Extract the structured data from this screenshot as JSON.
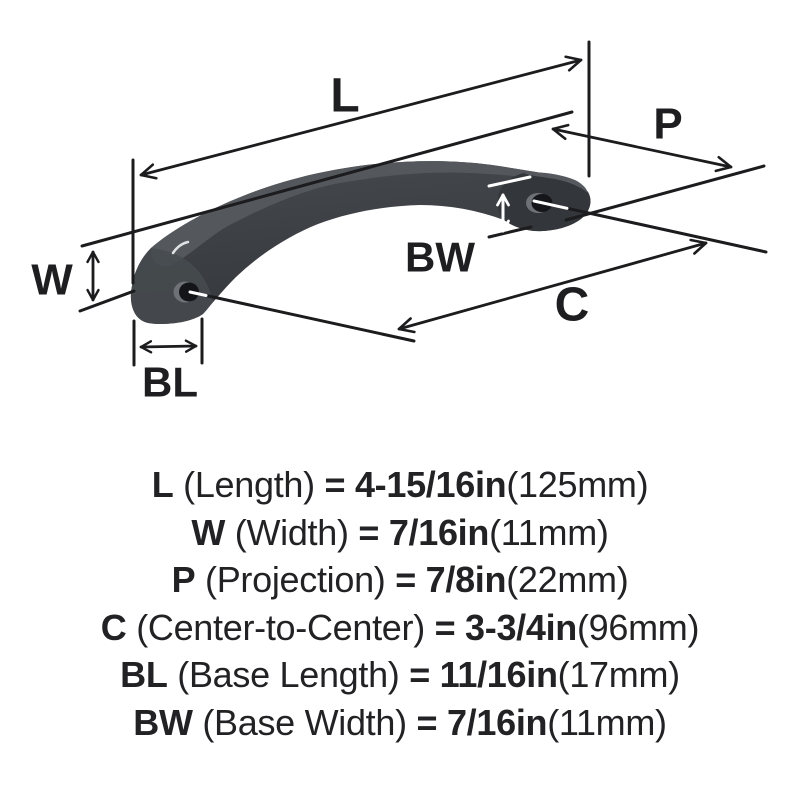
{
  "diagram": {
    "labels": {
      "L": "L",
      "P": "P",
      "C": "C",
      "W": "W",
      "BL": "BL",
      "BW": "BW"
    },
    "colors": {
      "line": "#1c1c1e",
      "label": "#1e1e20",
      "handle_body": "#3c3f43",
      "handle_top": "#54585d",
      "handle_base": "#33363a",
      "hole": "#141619",
      "white_marks": "#ffffff",
      "background": "#ffffff"
    }
  },
  "legend": {
    "rows": [
      {
        "letter": "L",
        "label": "(Length)",
        "equals": "=",
        "value": "4-15/16in",
        "metric": "(125mm)"
      },
      {
        "letter": "W",
        "label": "(Width)",
        "equals": "=",
        "value": "7/16in",
        "metric": "(11mm)"
      },
      {
        "letter": "P",
        "label": "(Projection)",
        "equals": "=",
        "value": "7/8in",
        "metric": "(22mm)"
      },
      {
        "letter": "C",
        "label": "(Center-to-Center)",
        "equals": "=",
        "value": "3-3/4in",
        "metric": "(96mm)"
      },
      {
        "letter": "BL",
        "label": "(Base Length)",
        "equals": "=",
        "value": "11/16in",
        "metric": "(17mm)"
      },
      {
        "letter": "BW",
        "label": "(Base Width)",
        "equals": "=",
        "value": "7/16in",
        "metric": "(11mm)"
      }
    ]
  }
}
